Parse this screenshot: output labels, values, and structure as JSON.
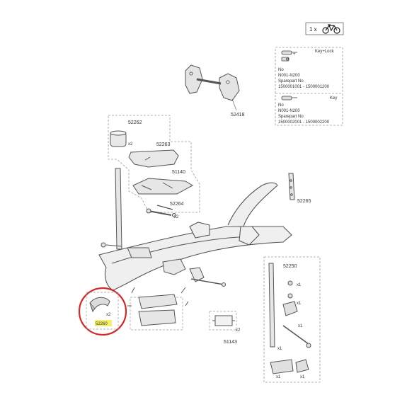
{
  "header": {
    "quantity": "1 x",
    "icon": "bicycle-icon"
  },
  "key_lock_box": {
    "top_item": {
      "label": "Key+Lock",
      "marker": "+"
    },
    "top_text": [
      "No",
      "N001-N200",
      "Sparepart No",
      "1500001001 - 1500001200"
    ],
    "bottom_item": {
      "label": "Key"
    },
    "bottom_text": [
      "No",
      "N001-N200",
      "Sparepart No",
      "1500002001 - 1500002200"
    ]
  },
  "parts": {
    "p52418": "52418",
    "p52262": "52262",
    "p52262_qty": "x2",
    "p52263": "52263",
    "p51140": "51140",
    "p52264": "52264",
    "p52264_qty": "x2",
    "p52265": "52265",
    "p52250": "52250",
    "p52250_qty1": "x1",
    "p52250_qty2": "x1",
    "p52250_qty3": "x1",
    "p52250_qty4": "x1",
    "p52250_qty5": "x1",
    "p52250_qty6": "x1",
    "p52260": "52260",
    "p52260_qty": "x2",
    "p51143": "51143",
    "p51143_qty": "x2"
  },
  "colors": {
    "highlight_circle": "#d62828",
    "highlight_label": "#f4f06a",
    "line": "#555555",
    "dashed": "#9a9a9a"
  }
}
